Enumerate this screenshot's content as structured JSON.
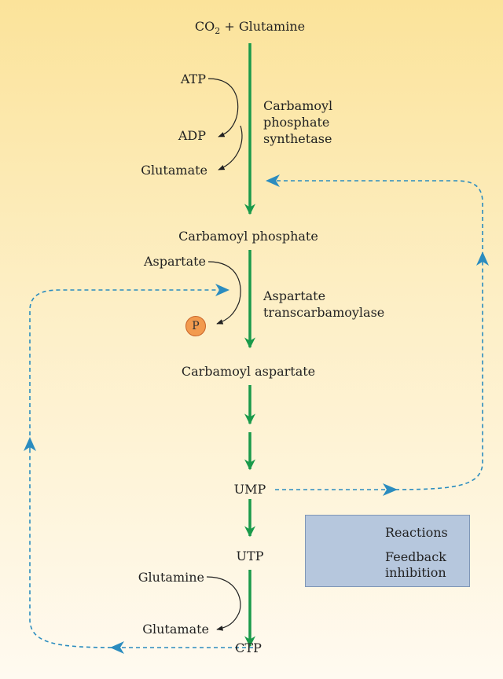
{
  "nodes": {
    "co2_part": "CO",
    "co2_sub": "2",
    "co2_rest": " + Glutamine",
    "carbamoyl_phosphate": "Carbamoyl phosphate",
    "carbamoyl_aspartate": "Carbamoyl aspartate",
    "ump": "UMP",
    "utp": "UTP",
    "ctp": "CTP"
  },
  "side_inputs": {
    "atp": "ATP",
    "adp": "ADP",
    "glutamate_1": "Glutamate",
    "aspartate": "Aspartate",
    "phosphate": "P",
    "glutamine": "Glutamine",
    "glutamate_2": "Glutamate"
  },
  "enzymes": {
    "cps_line1": "Carbamoyl",
    "cps_line2": "phosphate",
    "cps_line3": "synthetase",
    "atc_line1": "Aspartate",
    "atc_line2": "transcarbamoylase"
  },
  "legend": {
    "reactions": "Reactions",
    "feedback_line1": "Feedback",
    "feedback_line2": "inhibition"
  },
  "colors": {
    "reaction_arrow": "#1a9a4a",
    "feedback_arrow": "#2b8cbf",
    "background_top": "#fbe39a",
    "legend_fill": "#b6c7dd",
    "phosphate_circle": "#f29a4e"
  }
}
